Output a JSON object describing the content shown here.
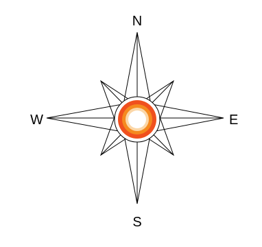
{
  "compass": {
    "labels": {
      "north": "N",
      "east": "E",
      "south": "S",
      "west": "W"
    },
    "colors": {
      "outline": "#000000",
      "background": "#ffffff",
      "center_outer_ring": "#f0501e",
      "center_mid_ring": "#f58a1f",
      "center_inner_ring": "#fbd7a8",
      "center_core": "#ffffff"
    },
    "icon": "compass-rose-icon"
  }
}
